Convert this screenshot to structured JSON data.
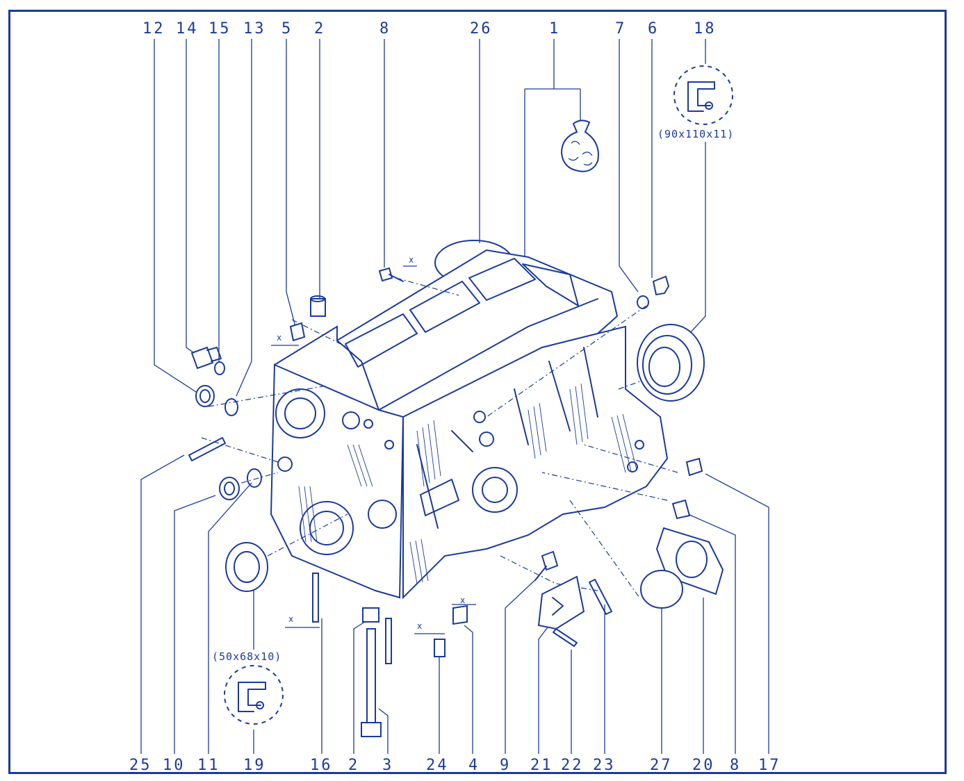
{
  "diagram": {
    "colors": {
      "line": "#1a3a9c",
      "background": "#ffffff"
    },
    "top_callouts": [
      "12",
      "14",
      "15",
      "13",
      "5",
      "2",
      "8",
      "26",
      "1",
      "7",
      "6",
      "18"
    ],
    "bottom_callouts": [
      "25",
      "10",
      "11",
      "19",
      "16",
      "2",
      "3",
      "24",
      "4",
      "9",
      "21",
      "22",
      "23",
      "27",
      "20",
      "8",
      "17"
    ],
    "seal_dimensions": {
      "item_18": "(90x110x11)",
      "item_19": "(50x68x10)"
    },
    "x_marker": "x"
  }
}
